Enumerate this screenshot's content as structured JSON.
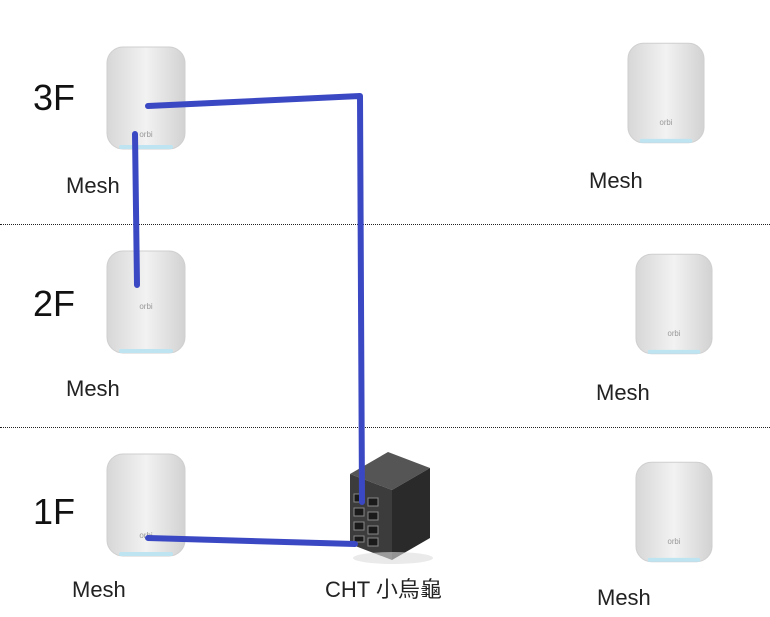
{
  "floors": [
    "3F",
    "2F",
    "1F"
  ],
  "left_units": [
    "Mesh",
    "Mesh",
    "Mesh"
  ],
  "right_units": [
    "Mesh",
    "Mesh",
    "Mesh"
  ],
  "switch": {
    "label": "CHT 小烏龜"
  },
  "device_brand": "orbi",
  "colors": {
    "cable": "#3b48c4",
    "unit_body": "#e6e6e6",
    "unit_edge": "#cfcfcf",
    "unit_light": "#bde4f0",
    "divider": "#222222"
  }
}
